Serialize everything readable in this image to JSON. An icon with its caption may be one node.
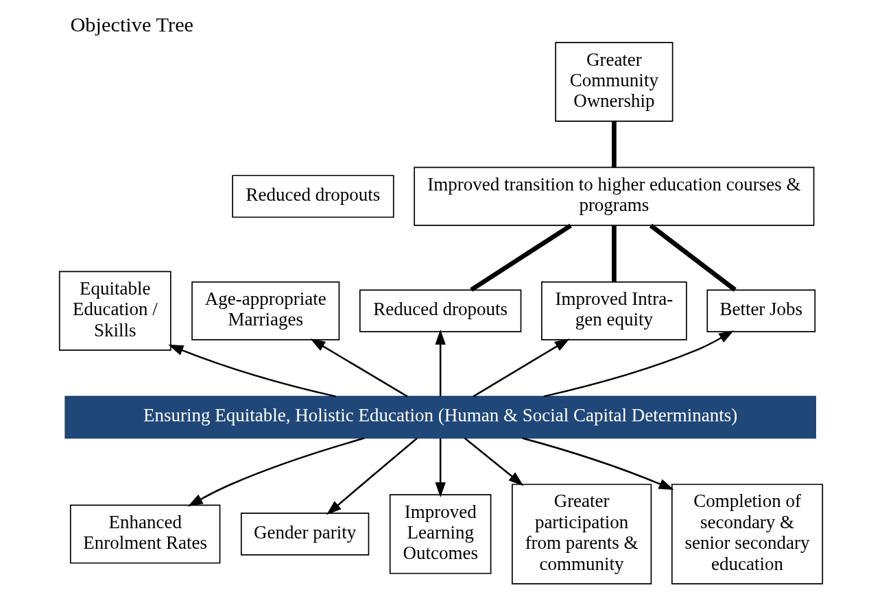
{
  "diagram": {
    "title": "Objective Tree",
    "nodes": [
      {
        "text": [
          "Greater Community Ownership"
        ]
      },
      {
        "text": [
          "Reduced dropouts"
        ]
      },
      {
        "text": [
          "Improved transition to higher education courses & programs"
        ]
      },
      {
        "text": [
          "Equitable Education / Skills"
        ]
      },
      {
        "text": [
          "Age-appropriate Marriages"
        ]
      },
      {
        "text": [
          "Reduced dropouts"
        ]
      },
      {
        "text": [
          "Improved Intra-gen equity"
        ]
      },
      {
        "text": [
          "Better Jobs"
        ]
      },
      {
        "text": [
          "Ensuring Equitable, Holistic Education (Human & Social Capital Determinants)"
        ]
      },
      {
        "text": [
          "Enhanced Enrolment Rates"
        ]
      },
      {
        "text": [
          "Gender parity"
        ]
      },
      {
        "text": [
          "Improved Learning Outcomes"
        ]
      },
      {
        "text": [
          "Greater participation from parents & community"
        ]
      },
      {
        "text": [
          "Completion of secondary & senior secondary education"
        ]
      }
    ],
    "edges": [
      {
        "from": 0,
        "to": 2,
        "arrow": "none",
        "style": "thick"
      },
      {
        "from": 2,
        "to": 5,
        "arrow": "none",
        "style": "thick"
      },
      {
        "from": 2,
        "to": 6,
        "arrow": "none",
        "style": "thick"
      },
      {
        "from": 2,
        "to": 7,
        "arrow": "none",
        "style": "thick"
      },
      {
        "from": 8,
        "to": 3,
        "arrow": "to"
      },
      {
        "from": 8,
        "to": 4,
        "arrow": "to"
      },
      {
        "from": 8,
        "to": 5,
        "arrow": "to"
      },
      {
        "from": 8,
        "to": 6,
        "arrow": "to"
      },
      {
        "from": 8,
        "to": 7,
        "arrow": "to"
      },
      {
        "from": 8,
        "to": 9,
        "arrow": "to"
      },
      {
        "from": 8,
        "to": 10,
        "arrow": "to"
      },
      {
        "from": 8,
        "to": 11,
        "arrow": "to"
      },
      {
        "from": 8,
        "to": 12,
        "arrow": "to"
      },
      {
        "from": 8,
        "to": 13,
        "arrow": "to"
      }
    ]
  }
}
